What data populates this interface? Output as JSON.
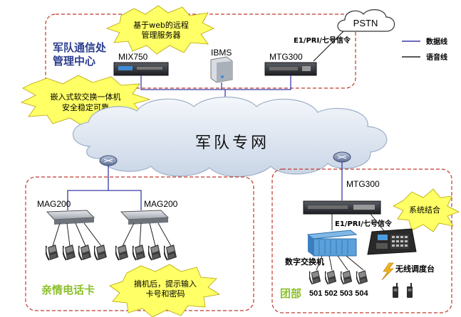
{
  "hq": {
    "title_line1": "军队通信处",
    "title_line2": "管理中心",
    "mix_label": "MIX750",
    "ibms_label": "IBMS",
    "mtg_label": "MTG300",
    "web_burst_line1": "基于web的远程",
    "web_burst_line2": "管理服务器",
    "signal_label": "E1/PRI/七号信令",
    "pstn_label": "PSTN"
  },
  "legend": {
    "data_line": "数据线",
    "voice_line": "语音线",
    "data_color": "#3a3aa8",
    "voice_color": "#222222"
  },
  "embedded_burst": {
    "line1": "嵌入式软交换一体机",
    "line2": "安全稳定可靠"
  },
  "network": {
    "label": "军队专网",
    "cloud_color": "#dfe7f2"
  },
  "left_group": {
    "mag_a": "MAG200",
    "mag_b": "MAG200",
    "title": "亲情电话卡",
    "title_color": "#8bbf2a",
    "burst_line1": "摘机后，提示输入",
    "burst_line2": "卡号和密码"
  },
  "right_group": {
    "mtg_label": "MTG300",
    "signal_label": "E1/PRI/七号信令",
    "burst_label": "系统结合",
    "switch_label": "数字交换机",
    "dispatch_label": "无线调度台",
    "extensions": "501 502 503 504",
    "title": "团部",
    "title_color": "#8bbf2a"
  },
  "colors": {
    "dashed_border": "#c0392b",
    "burst_fill": "#ffff66",
    "router_fill": "#7a8fb8"
  }
}
